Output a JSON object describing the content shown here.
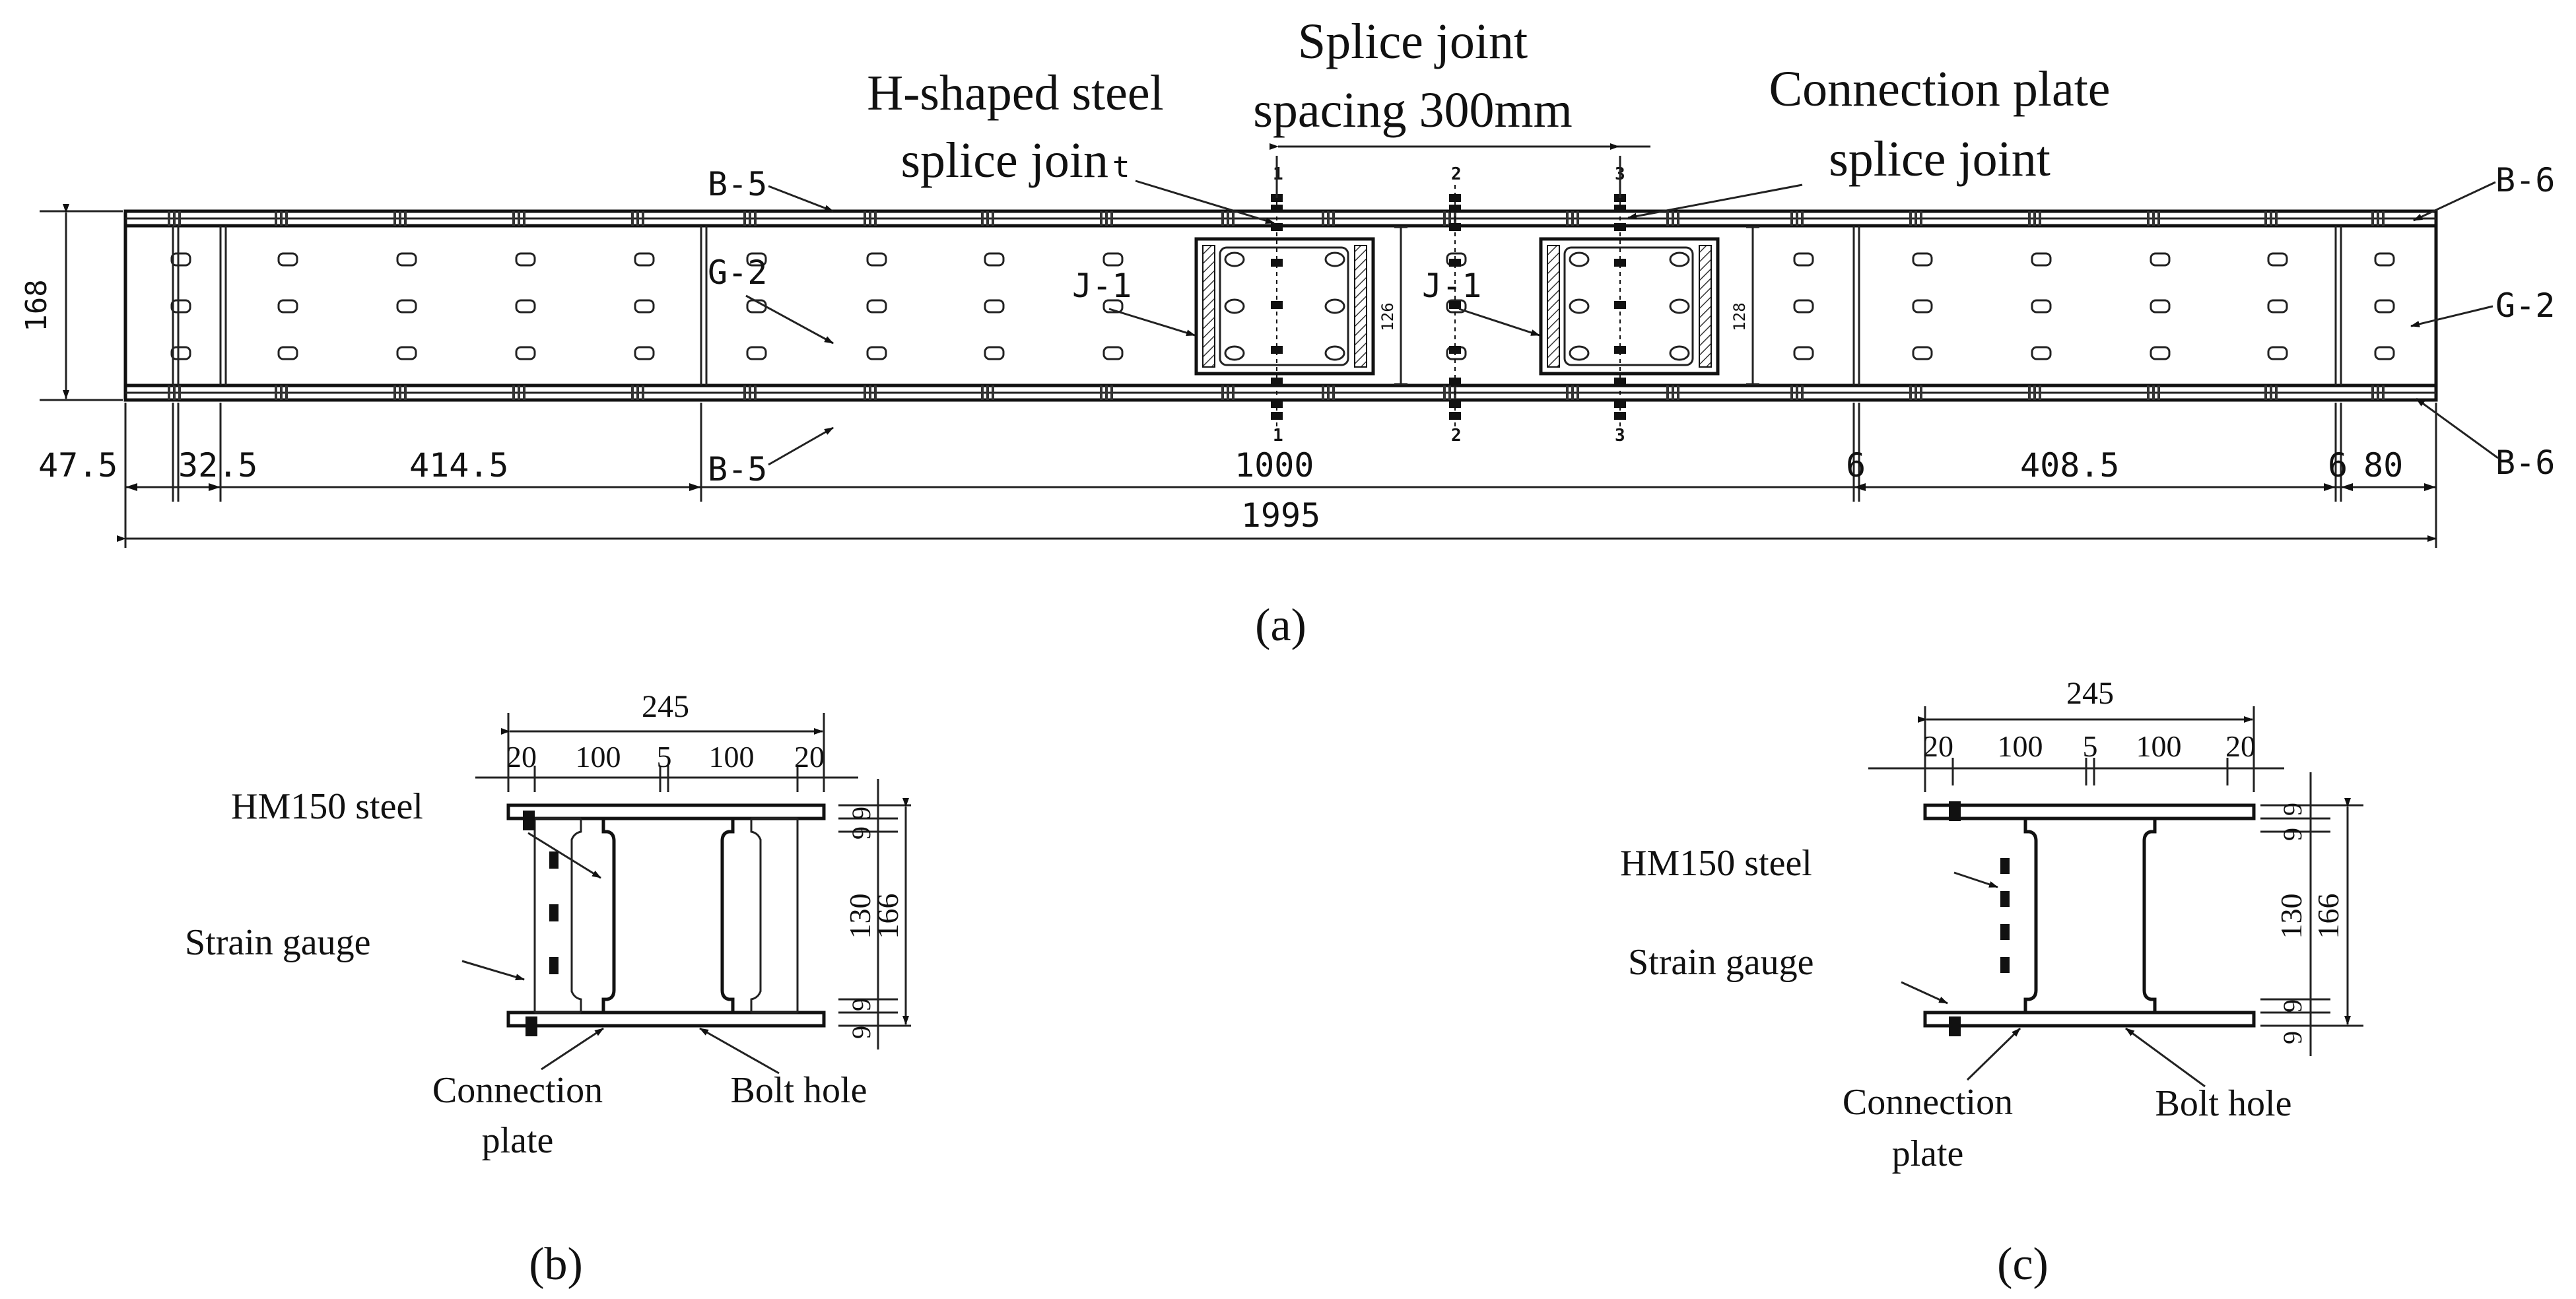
{
  "panel_a": {
    "title_splice_spacing_1": "Splice joint",
    "title_splice_spacing_2": "spacing 300mm",
    "title_h_steel_1": "H-shaped steel",
    "title_h_steel_2": "splice join",
    "title_h_steel_2_suffix": "t",
    "title_conn_plate_1": "Connection plate",
    "title_conn_plate_2": "splice joint",
    "label_b5_top": "B-5",
    "label_b5_bottom": "B-5",
    "label_b6_top": "B-6",
    "label_b6_bottom": "B-6",
    "label_g2_left": "G-2",
    "label_g2_right": "G-2",
    "label_j1_left": "J-1",
    "label_j1_right": "J-1",
    "height_dim": "168",
    "inner_height_left": "126",
    "inner_height_right": "128",
    "gauge_1": "1",
    "gauge_2": "2",
    "gauge_3": "3",
    "dim_47_5": "47.5",
    "dim_32_5": "32.5",
    "dim_414_5": "414.5",
    "dim_1000": "1000",
    "dim_6_left": "6",
    "dim_408_5": "408.5",
    "dim_6_right": "6",
    "dim_80": "80",
    "dim_1995": "1995",
    "caption": "(a)"
  },
  "panel_b": {
    "dim_245": "245",
    "dim_20_l": "20",
    "dim_100_l": "100",
    "dim_5": "5",
    "dim_100_r": "100",
    "dim_20_r": "20",
    "dim_9a": "9",
    "dim_9b": "9",
    "dim_130": "130",
    "dim_9c": "9",
    "dim_9d": "9",
    "dim_166": "166",
    "label_hm150": "HM150 steel",
    "label_strain": "Strain gauge",
    "label_conn_1": "Connection",
    "label_conn_2": "plate",
    "label_bolt": "Bolt hole",
    "caption": "(b)"
  },
  "panel_c": {
    "dim_245": "245",
    "dim_20_l": "20",
    "dim_100_l": "100",
    "dim_5": "5",
    "dim_100_r": "100",
    "dim_20_r": "20",
    "dim_9a": "9",
    "dim_9b": "9",
    "dim_130": "130",
    "dim_9c": "9",
    "dim_9d": "9",
    "dim_166": "166",
    "label_hm150": "HM150 steel",
    "label_strain": "Strain gauge",
    "label_conn_1": "Connection",
    "label_conn_2": "plate",
    "label_bolt": "Bolt hole",
    "caption": "(c)"
  }
}
